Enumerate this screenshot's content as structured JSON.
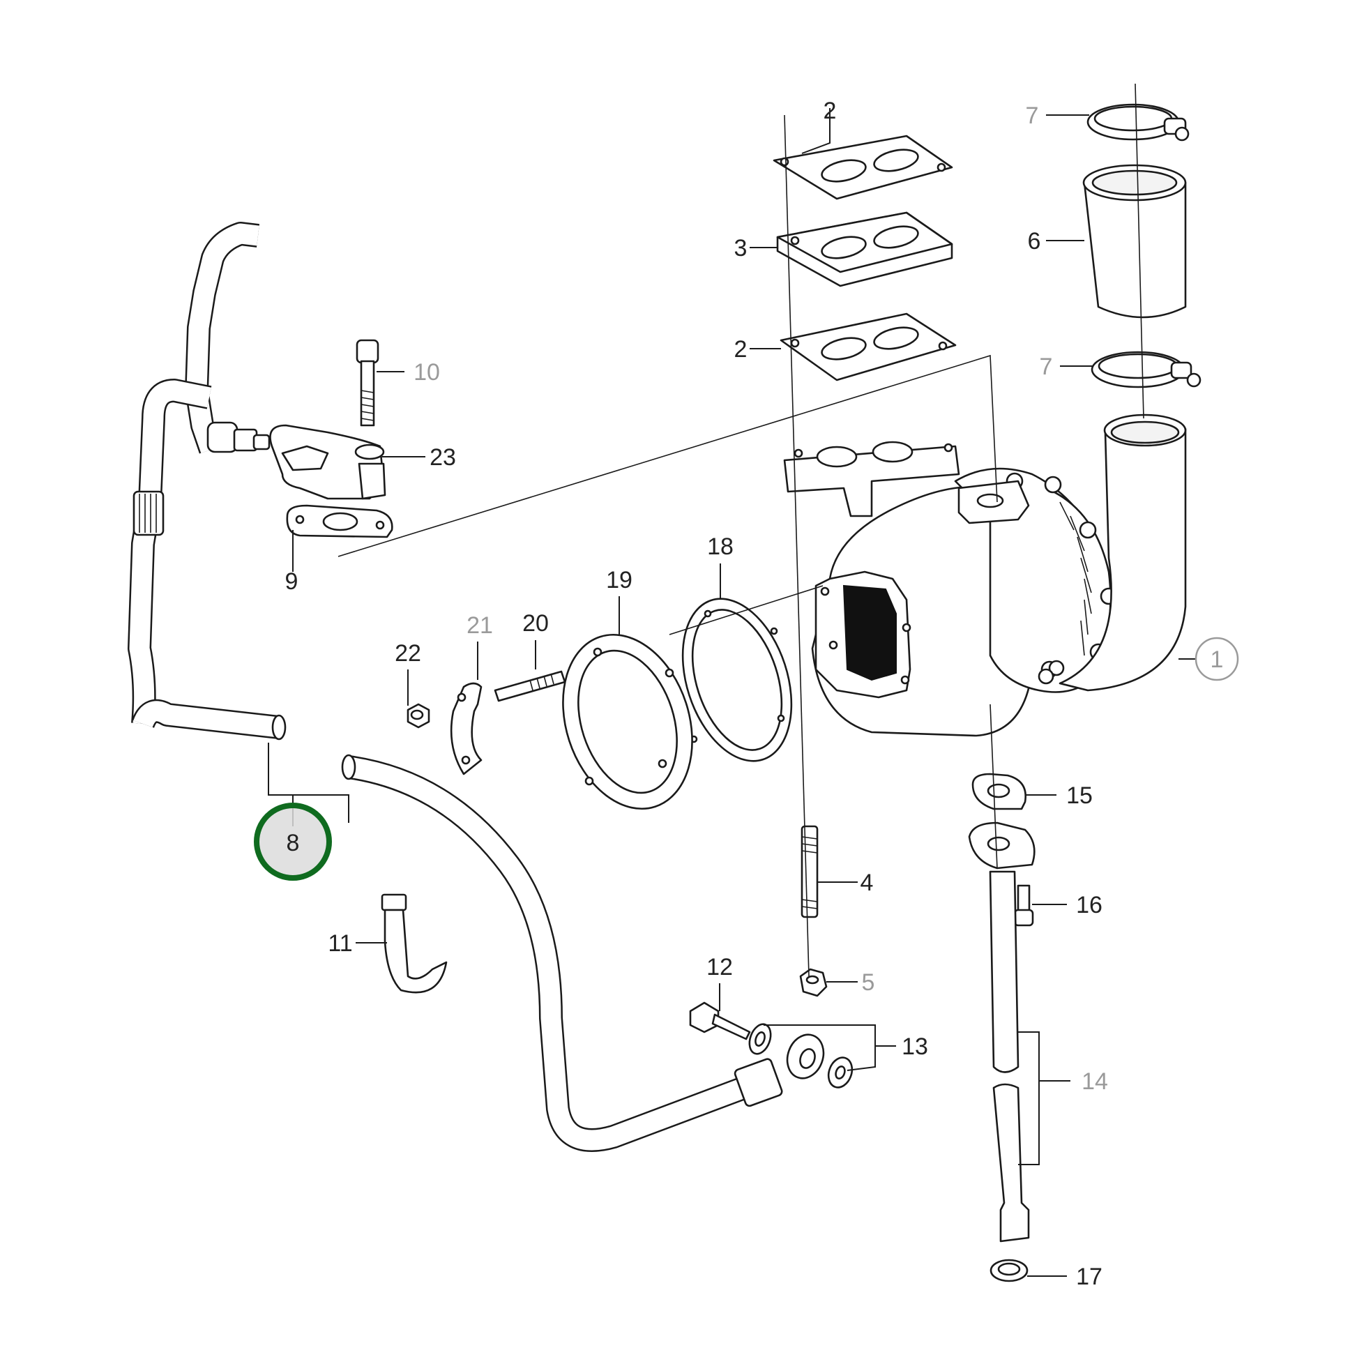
{
  "diagram": {
    "highlighted_callout": "8",
    "highlight_color": "#0f6b1f",
    "callouts": [
      {
        "id": "c1",
        "label": "1",
        "style": "circled-gray"
      },
      {
        "id": "c2a",
        "label": "2",
        "style": "normal"
      },
      {
        "id": "c2b",
        "label": "2",
        "style": "normal"
      },
      {
        "id": "c3",
        "label": "3",
        "style": "normal"
      },
      {
        "id": "c4",
        "label": "4",
        "style": "normal"
      },
      {
        "id": "c5",
        "label": "5",
        "style": "gray"
      },
      {
        "id": "c6",
        "label": "6",
        "style": "normal"
      },
      {
        "id": "c7a",
        "label": "7",
        "style": "gray"
      },
      {
        "id": "c7b",
        "label": "7",
        "style": "gray"
      },
      {
        "id": "c8",
        "label": "8",
        "style": "highlighted"
      },
      {
        "id": "c9",
        "label": "9",
        "style": "normal"
      },
      {
        "id": "c10",
        "label": "10",
        "style": "gray"
      },
      {
        "id": "c11",
        "label": "11",
        "style": "normal"
      },
      {
        "id": "c12",
        "label": "12",
        "style": "normal"
      },
      {
        "id": "c13",
        "label": "13",
        "style": "normal"
      },
      {
        "id": "c14",
        "label": "14",
        "style": "gray"
      },
      {
        "id": "c15",
        "label": "15",
        "style": "normal"
      },
      {
        "id": "c16",
        "label": "16",
        "style": "normal"
      },
      {
        "id": "c17",
        "label": "17",
        "style": "normal"
      },
      {
        "id": "c18",
        "label": "18",
        "style": "normal"
      },
      {
        "id": "c19",
        "label": "19",
        "style": "normal"
      },
      {
        "id": "c20",
        "label": "20",
        "style": "normal"
      },
      {
        "id": "c21",
        "label": "21",
        "style": "gray"
      },
      {
        "id": "c22",
        "label": "22",
        "style": "normal"
      },
      {
        "id": "c23",
        "label": "23",
        "style": "normal"
      }
    ]
  }
}
